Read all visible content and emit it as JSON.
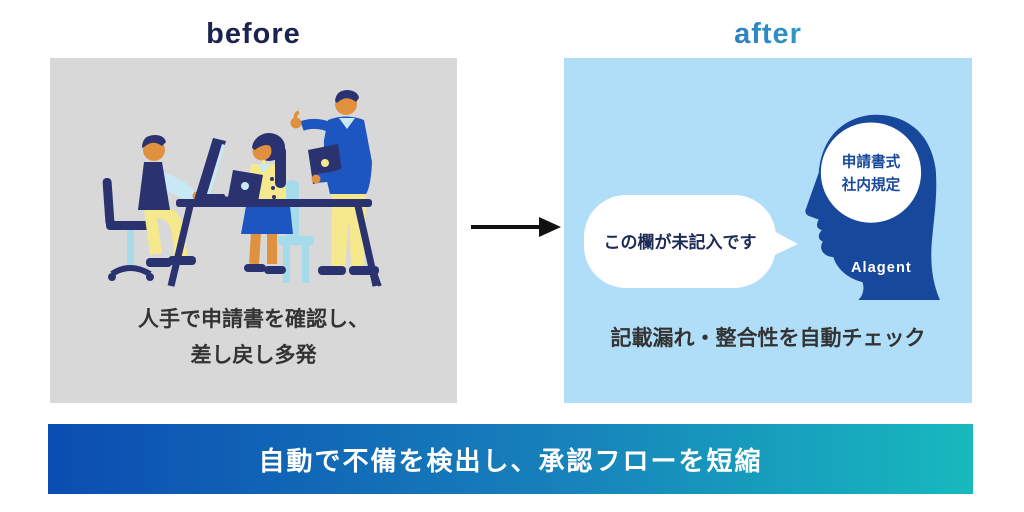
{
  "before": {
    "label": "before",
    "caption_line1": "人手で申請書を確認し、",
    "caption_line2": "差し戻し多発",
    "illustration": "three-people-reviewing-documents-at-desk"
  },
  "after": {
    "label": "after",
    "caption": "記載漏れ・整合性を自動チェック",
    "speech_bubble_text": "この欄が未記入です",
    "brain_item_1": "申請書式",
    "brain_item_2": "社内規定",
    "brand": "Alagent"
  },
  "banner": {
    "text": "自動で不備を検出し、承認フローを短縮"
  },
  "colors": {
    "before_label": "#1b2350",
    "after_label_gradient_start": "#2b63c1",
    "after_label_gradient_end": "#2fb4c6",
    "before_panel_bg": "#d8d8d8",
    "after_panel_bg": "#b0ddf8",
    "head_blue": "#17489c",
    "brain_text_blue": "#17489c",
    "bubble_text_navy": "#1c2a56",
    "banner_gradient_start": "#0b4db2",
    "banner_gradient_end": "#17b9be",
    "banner_text": "#ffffff",
    "arrow_black": "#111111",
    "illustration_navy": "#2b3270",
    "illustration_blue": "#1d56c0",
    "illustration_skin": "#e0913f",
    "illustration_yellow": "#f5e88d",
    "illustration_lightblue": "#c8e9f5",
    "illustration_chair_lightblue": "#a5dcec"
  }
}
